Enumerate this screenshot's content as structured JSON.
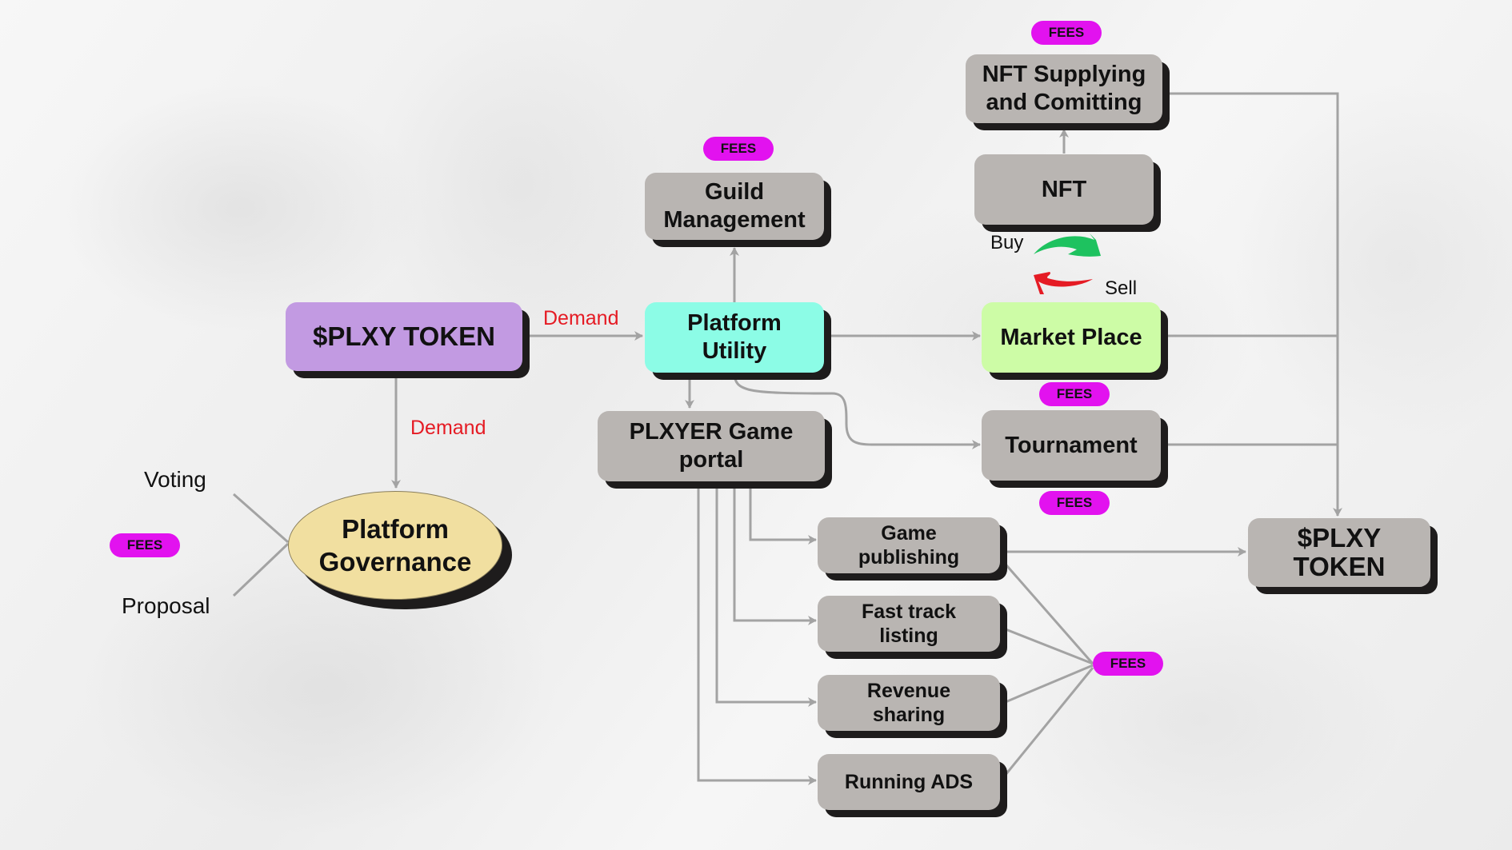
{
  "diagram": {
    "nodes": {
      "plxy_token_main": "$PLXY TOKEN",
      "platform_utility": "Platform Utility",
      "guild_management": "Guild Management",
      "plxyer_game_portal": "PLXYER Game portal",
      "nft_supplying": "NFT Supplying and Comitting",
      "nft": "NFT",
      "market_place": "Market Place",
      "tournament": "Tournament",
      "game_publishing": "Game publishing",
      "fast_track_listing": "Fast track listing",
      "revenue_sharing": "Revenue sharing",
      "running_ads": "Running ADS",
      "plxy_token_sink": "$PLXY TOKEN",
      "platform_governance": "Platform Governance"
    },
    "labels": {
      "demand_right": "Demand",
      "demand_down": "Demand",
      "voting": "Voting",
      "proposal": "Proposal",
      "buy": "Buy",
      "sell": "Sell"
    },
    "fees_badges": {
      "nft_supplying": "FEES",
      "guild_management": "FEES",
      "market_place": "FEES",
      "tournament": "FEES",
      "governance": "FEES",
      "portal_services": "FEES"
    },
    "colors": {
      "token": "#c29ae2",
      "utility": "#8cfce6",
      "marketplace": "#cdfca6",
      "governance": "#f1dfa0",
      "default_node": "#b9b5b2",
      "fees_badge": "#e212ef",
      "demand_text": "#e51b24",
      "buy_arrow": "#1ec25f",
      "sell_arrow": "#e51b24",
      "connector": "#a3a3a3"
    }
  }
}
